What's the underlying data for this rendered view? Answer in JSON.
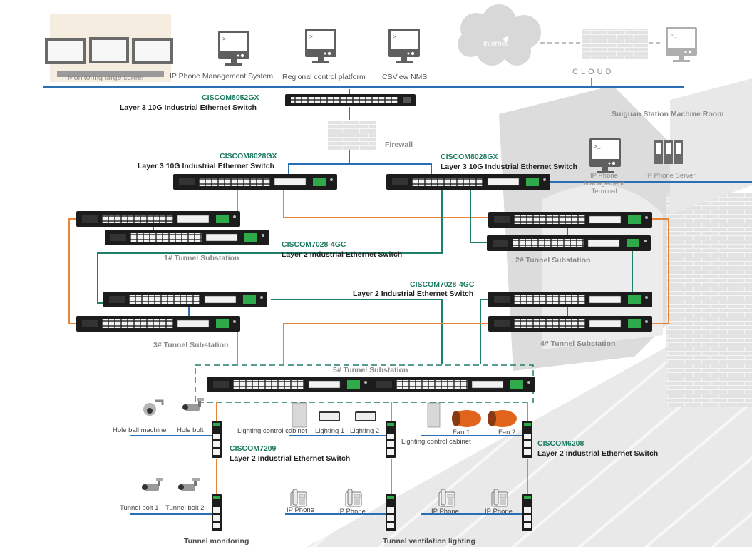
{
  "top_labels": {
    "monitoring_screen": "Monitoring large screen",
    "ipphone_mgmt": "IP Phone Management System",
    "regional_platform": "Regional control platform",
    "csview": "CSView NMS",
    "internet": "Internet",
    "cloud": "CLOUD"
  },
  "core": {
    "model": "CISCOM8052GX",
    "desc": "Layer 3 10G Industrial Ethernet Switch"
  },
  "firewall": "Firewall",
  "room": {
    "title": "Suiguan Station Machine Room",
    "terminal": "IP Phone Management Terminal",
    "server": "IP Phone Server"
  },
  "agg_left": {
    "model": "CISCOM8028GX",
    "desc": "Layer 3 10G Industrial Ethernet Switch"
  },
  "agg_right": {
    "model": "CISCOM8028GX",
    "desc": "Layer 3 10G Industrial Ethernet Switch"
  },
  "l2a": {
    "model": "CISCOM7028-4GC",
    "desc": "Layer 2 Industrial Ethernet Switch"
  },
  "l2b": {
    "model": "CISCOM7028-4GC",
    "desc": "Layer 2 Industrial Ethernet Switch"
  },
  "substations": {
    "s1": "1# Tunnel Substation",
    "s2": "2# Tunnel Substation",
    "s3": "3# Tunnel Substation",
    "s4": "4# Tunnel Substation",
    "s5": "5# Tunnel Substation"
  },
  "field": {
    "hole_ball": "Hole ball machine",
    "hole_bolt": "Hole bolt",
    "lighting_cabinet_1": "Lighting control cabinet",
    "lighting_1": "Lighting 1",
    "lighting_2": "Lighting 2",
    "lighting_cabinet_2": "Lighting control cabinet",
    "fan_1": "Fan 1",
    "fan_2": "Fan 2",
    "tunnel_bolt_1": "Tunnel bolt 1",
    "tunnel_bolt_2": "Tunnel bolt 2",
    "ip_phone_1": "IP Phone",
    "ip_phone_2": "IP Phone",
    "ip_phone_3": "IP Phone",
    "ip_phone_4": "IP Phone"
  },
  "sw7209": {
    "model": "CISCOM7209",
    "desc": "Layer 2 Industrial Ethernet Switch"
  },
  "sw6208": {
    "model": "CISCOM6208",
    "desc": "Layer 2 Industrial Ethernet Switch"
  },
  "bottom": {
    "monitoring": "Tunnel monitoring",
    "ventilation": "Tunnel ventilation lighting"
  },
  "colors": {
    "accent_green": "#1b7a5f",
    "lan_blue": "#2a6fb4",
    "fiber_orange": "#e8843a",
    "trunk_green": "#1e7f6a"
  }
}
